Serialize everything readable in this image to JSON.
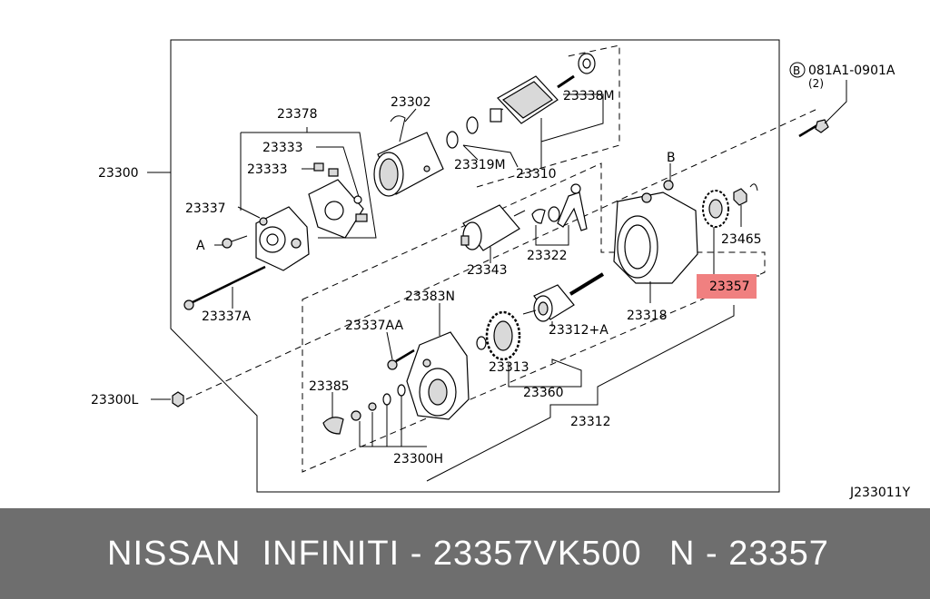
{
  "highlight_color": "#f08080",
  "footer_color": "#6e6e6e",
  "labels": {
    "a": "23300",
    "b": "23378",
    "c": "23333",
    "d": "23333",
    "e": "23337",
    "f": "A",
    "g": "23337A",
    "h": "23300L",
    "i": "23302",
    "j": "23338M",
    "k": "23319M",
    "l": "23310",
    "m": "B",
    "n": "081A1-0901A",
    "o": "(2)",
    "p": "23465",
    "q": "23357",
    "r": "23322",
    "s": "23343",
    "t": "23318",
    "u": "23383N",
    "v": "23337AA",
    "w": "23312+A",
    "x": "23313",
    "y": "23360",
    "z": "23312",
    "aa": "23385",
    "ab": "23300H",
    "ac": "J233011Y",
    "circled_b": "B"
  },
  "footer": {
    "left": "NISSAN  INFINITI - 23357VK500",
    "right": "N - 23357"
  }
}
